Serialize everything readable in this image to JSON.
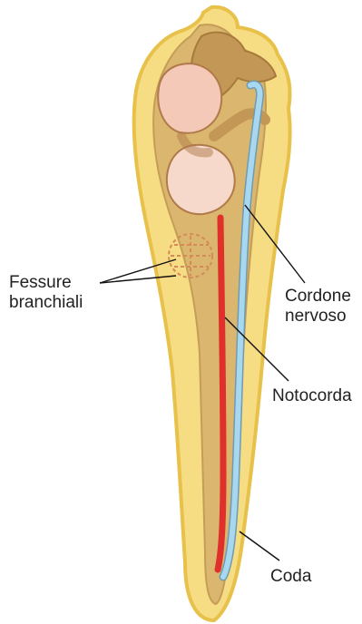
{
  "diagram": {
    "colors": {
      "body_outline": "#e7c14a",
      "body_fill": "#f6dc82",
      "inner_cavity": "#c9a15a",
      "pharynx": "#f4c9b8",
      "nerve_cord": "#a8d8ef",
      "notochord": "#e0302b",
      "gill_slits": "#d58a5c",
      "leader_line": "#111111"
    },
    "labels": {
      "gill_slits": [
        "Fessure",
        "branchiali"
      ],
      "nerve_cord": [
        "Cordone",
        "nervoso"
      ],
      "notochord": "Notocorda",
      "tail": "Coda"
    }
  }
}
